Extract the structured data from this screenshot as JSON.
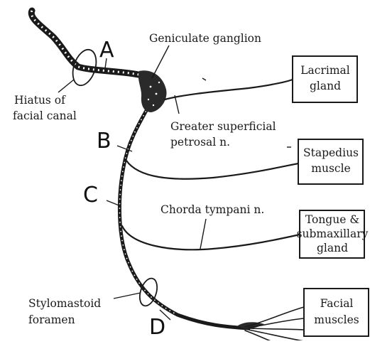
{
  "letters": {
    "a": "A",
    "b": "B",
    "c": "C",
    "d": "D"
  },
  "labels": {
    "geniculate": "Geniculate ganglion",
    "hiatus_1": "Hiatus of",
    "hiatus_2": "facial canal",
    "gsp_1": "Greater superficial",
    "gsp_2": "petrosal n.",
    "chorda": "Chorda tympani n.",
    "stylo_1": "Stylomastoid",
    "stylo_2": "foramen"
  },
  "targets": {
    "lacrimal_1": "Lacrimal",
    "lacrimal_2": "gland",
    "stapedius_1": "Stapedius",
    "stapedius_2": "muscle",
    "tongue_1": "Tongue &",
    "tongue_2": "submaxillary",
    "tongue_3": "gland",
    "facial_1": "Facial",
    "facial_2": "muscles"
  }
}
